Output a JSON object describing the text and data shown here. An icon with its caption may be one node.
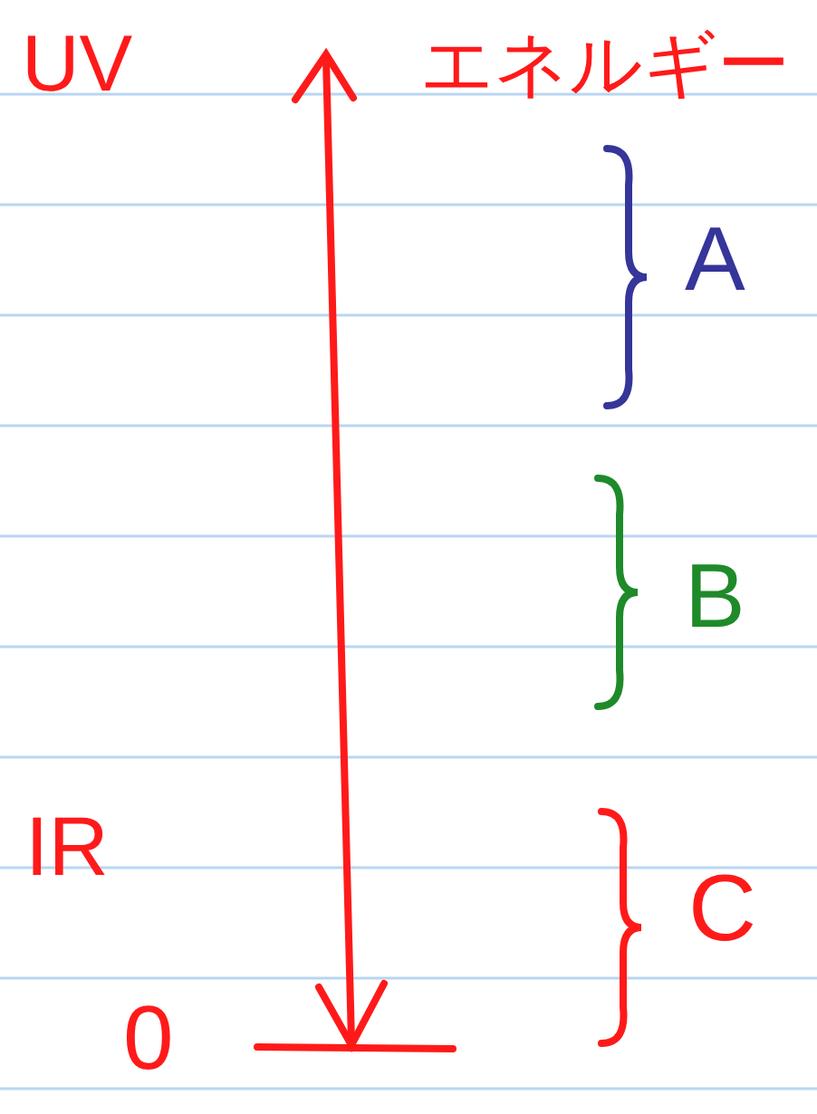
{
  "diagram": {
    "labels": [
      "UV",
      "エネルギー",
      "A",
      "B",
      "IR",
      "C",
      "0"
    ]
  }
}
